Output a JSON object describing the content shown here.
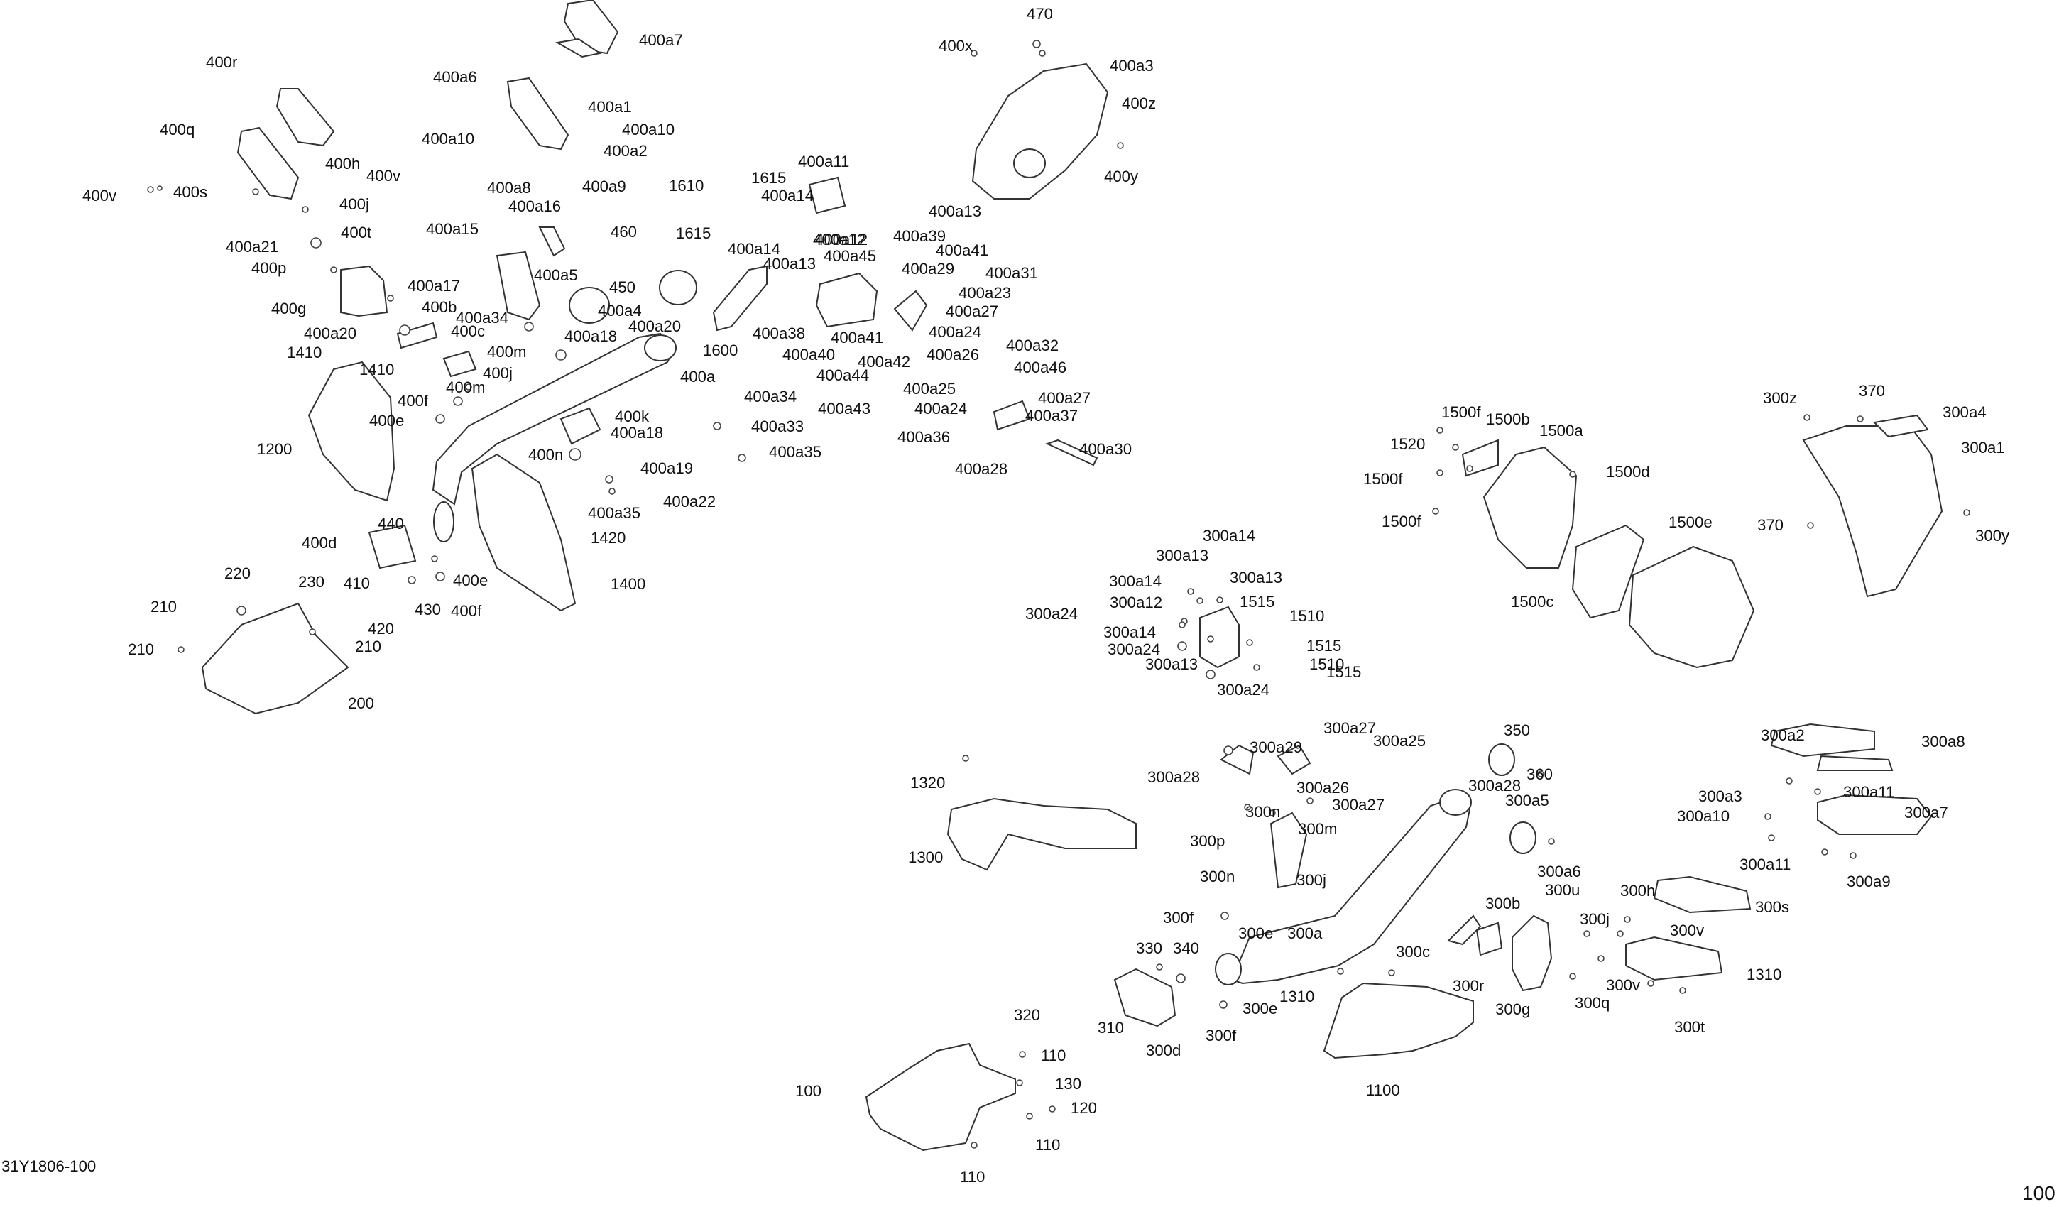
{
  "figure_id": "31Y1806-100",
  "page_number": "100",
  "labels": [
    "400a7",
    "470",
    "400x",
    "400a3",
    "400z",
    "400r",
    "400a6",
    "400a1",
    "400a10",
    "400q",
    "400a10",
    "400h",
    "400v",
    "400s",
    "400v",
    "400a8",
    "400a2",
    "400j",
    "400a9",
    "400t",
    "400a16",
    "400a11",
    "1610",
    "1615",
    "400a14",
    "400a12",
    "400a13",
    "400y",
    "1615",
    "400a14",
    "400a12",
    "400a39",
    "400a21",
    "400a13",
    "400a45",
    "400a41",
    "400p",
    "460",
    "400a15",
    "400a29",
    "400a31",
    "400a17",
    "400a5",
    "450",
    "400a23",
    "400g",
    "400b",
    "400a34",
    "400a4",
    "400a20",
    "400a27",
    "400a20",
    "400c",
    "400a18",
    "1600",
    "400a38",
    "400a41",
    "400a24",
    "1410",
    "400m",
    "400a40",
    "400a42",
    "400a26",
    "400a32",
    "1410",
    "400j",
    "400a",
    "400a44",
    "400a46",
    "400f",
    "400m",
    "400a25",
    "400e",
    "400a34",
    "400a43",
    "400a24",
    "400a27",
    "400k",
    "400a37",
    "400a33",
    "1200",
    "400a18",
    "400n",
    "400a36",
    "400a30",
    "400a35",
    "400a19",
    "400a28",
    "400a35",
    "400a22",
    "1420",
    "440",
    "400d",
    "400e",
    "1400",
    "220",
    "230",
    "410",
    "430",
    "400f",
    "210",
    "420",
    "210",
    "210",
    "200",
    "1500f",
    "1500b",
    "1500a",
    "1520",
    "1500d",
    "1500f",
    "1500f",
    "1500e",
    "1500c",
    "300z",
    "370",
    "300a4",
    "300a1",
    "370",
    "300y",
    "300a14",
    "300a13",
    "300a14",
    "300a13",
    "300a12",
    "1515",
    "300a24",
    "1510",
    "300a14",
    "1515",
    "300a24",
    "1510",
    "300a13",
    "1515",
    "300a24",
    "300a27",
    "350",
    "300a29",
    "300a25",
    "360",
    "300a28",
    "300a28",
    "300a26",
    "300a27",
    "300a5",
    "1320",
    "300n",
    "300m",
    "300p",
    "300a6",
    "300n",
    "300j",
    "1300",
    "300a2",
    "300a8",
    "300a3",
    "300a11",
    "300a10",
    "300a7",
    "300a11",
    "300a9",
    "300u",
    "300h",
    "300s",
    "300b",
    "300j",
    "300f",
    "300e",
    "300a",
    "300v",
    "330",
    "340",
    "300c",
    "1310",
    "300r",
    "1310",
    "300v",
    "300q",
    "300e",
    "300g",
    "320",
    "300d",
    "300t",
    "310",
    "300f",
    "110",
    "1100",
    "130",
    "100",
    "120",
    "110",
    "110"
  ]
}
